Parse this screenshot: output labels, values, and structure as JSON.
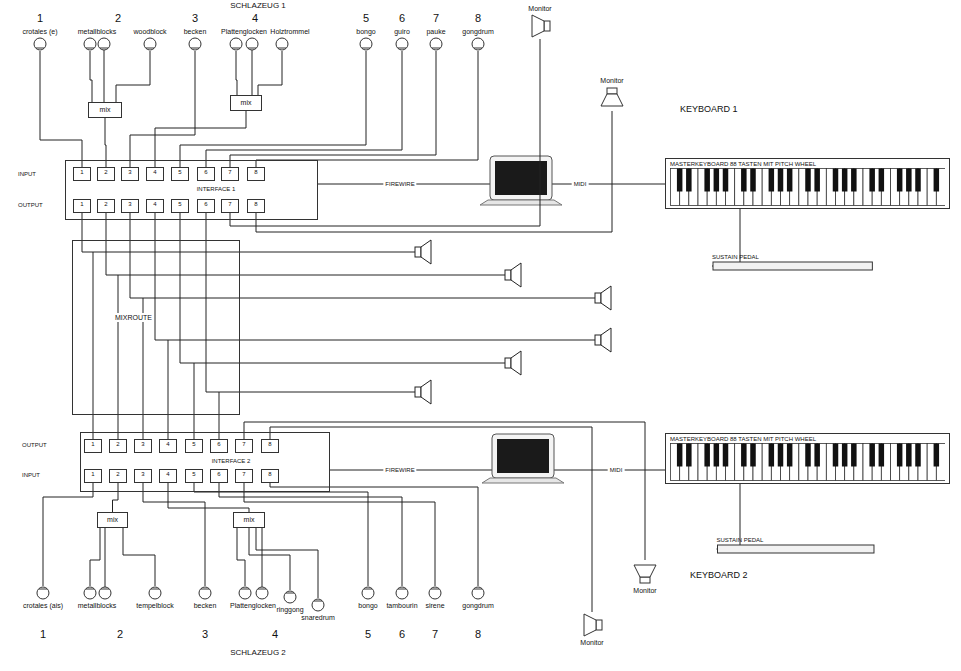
{
  "diagram": {
    "nodes": [
      {
        "text": [
          "crotales (e)"
        ]
      },
      {
        "text": [
          "metallblocks"
        ]
      },
      {
        "text": [
          "woodblock"
        ]
      },
      {
        "text": [
          "becken"
        ]
      },
      {
        "text": [
          "Plattenglocken"
        ]
      },
      {
        "text": [
          "Holztrommel"
        ]
      },
      {
        "text": [
          "bongo"
        ]
      },
      {
        "text": [
          "guiro"
        ]
      },
      {
        "text": [
          "pauke"
        ]
      },
      {
        "text": [
          "gongdrum"
        ]
      },
      {
        "text": [
          "Monitor"
        ]
      },
      {
        "text": [
          "mix"
        ]
      },
      {
        "text": [
          "mix"
        ]
      },
      {
        "text": [
          "Monitor"
        ]
      },
      {
        "text": [
          "INTERFACE 1"
        ]
      },
      {
        "text": [
          "1"
        ],
        "in": 14
      },
      {
        "text": [
          "2"
        ],
        "in": 14
      },
      {
        "text": [
          "3"
        ],
        "in": 14
      },
      {
        "text": [
          "4"
        ],
        "in": 14
      },
      {
        "text": [
          "5"
        ],
        "in": 14
      },
      {
        "text": [
          "6"
        ],
        "in": 14
      },
      {
        "text": [
          "7"
        ],
        "in": 14
      },
      {
        "text": [
          "8"
        ],
        "in": 14
      },
      {
        "text": [
          "1"
        ],
        "in": 14
      },
      {
        "text": [
          "2"
        ],
        "in": 14
      },
      {
        "text": [
          "3"
        ],
        "in": 14
      },
      {
        "text": [
          "4"
        ],
        "in": 14
      },
      {
        "text": [
          "5"
        ],
        "in": 14
      },
      {
        "text": [
          "6"
        ],
        "in": 14
      },
      {
        "text": [
          "7"
        ],
        "in": 14
      },
      {
        "text": [
          "8"
        ],
        "in": 14
      },
      {
        "text": [
          "MASTERKEYBOARD 88 TASTEN MIT PITCH WHEEL"
        ]
      },
      {
        "text": [
          "SUSTAIN PEDAL"
        ]
      },
      {
        "text": [
          "MIXROUTE"
        ]
      },
      {
        "text": [
          "INTERFACE 2"
        ]
      },
      {
        "text": [
          "1"
        ],
        "in": 34
      },
      {
        "text": [
          "2"
        ],
        "in": 34
      },
      {
        "text": [
          "3"
        ],
        "in": 34
      },
      {
        "text": [
          "4"
        ],
        "in": 34
      },
      {
        "text": [
          "5"
        ],
        "in": 34
      },
      {
        "text": [
          "6"
        ],
        "in": 34
      },
      {
        "text": [
          "7"
        ],
        "in": 34
      },
      {
        "text": [
          "8"
        ],
        "in": 34
      },
      {
        "text": [
          "1"
        ],
        "in": 34
      },
      {
        "text": [
          "2"
        ],
        "in": 34
      },
      {
        "text": [
          "3"
        ],
        "in": 34
      },
      {
        "text": [
          "4"
        ],
        "in": 34
      },
      {
        "text": [
          "5"
        ],
        "in": 34
      },
      {
        "text": [
          "6"
        ],
        "in": 34
      },
      {
        "text": [
          "7"
        ],
        "in": 34
      },
      {
        "text": [
          "8"
        ],
        "in": 34
      },
      {
        "text": [
          "MASTERKEYBOARD 88 TASTEN MIT PITCH WHEEL"
        ]
      },
      {
        "text": [
          "SUSTAIN PEDAL"
        ]
      },
      {
        "text": [
          "mix"
        ]
      },
      {
        "text": [
          "mix"
        ]
      },
      {
        "text": [
          "Monitor"
        ]
      },
      {
        "text": [
          "crotales (ais)"
        ]
      },
      {
        "text": [
          "metallblocks"
        ]
      },
      {
        "text": [
          "tempelblock"
        ]
      },
      {
        "text": [
          "becken"
        ]
      },
      {
        "text": [
          "Plattenglocken"
        ]
      },
      {
        "text": [
          "ringgong"
        ]
      },
      {
        "text": [
          "snaredrum"
        ]
      },
      {
        "text": [
          "bongo"
        ]
      },
      {
        "text": [
          "tambourin"
        ]
      },
      {
        "text": [
          "sirene"
        ]
      },
      {
        "text": [
          "gongdrum"
        ]
      },
      {
        "text": [
          "Monitor"
        ]
      }
    ],
    "edges": [
      {
        "from": 0,
        "to": 15,
        "arrow": "none"
      },
      {
        "from": 1,
        "to": 11,
        "arrow": "none"
      },
      {
        "from": 2,
        "to": 11,
        "arrow": "none"
      },
      {
        "from": 11,
        "to": 16,
        "arrow": "none"
      },
      {
        "from": 3,
        "to": 17,
        "arrow": "none"
      },
      {
        "from": 4,
        "to": 12,
        "arrow": "none"
      },
      {
        "from": 5,
        "to": 12,
        "arrow": "none"
      },
      {
        "from": 12,
        "to": 18,
        "arrow": "none"
      },
      {
        "from": 6,
        "to": 19,
        "arrow": "none"
      },
      {
        "from": 7,
        "to": 20,
        "arrow": "none"
      },
      {
        "from": 8,
        "to": 21,
        "arrow": "none"
      },
      {
        "from": 9,
        "to": 22,
        "arrow": "none"
      },
      {
        "from": 23,
        "to": 33,
        "arrow": "none"
      },
      {
        "from": 24,
        "to": 33,
        "arrow": "none"
      },
      {
        "from": 25,
        "to": 33,
        "arrow": "none"
      },
      {
        "from": 26,
        "to": 33,
        "arrow": "none"
      },
      {
        "from": 27,
        "to": 33,
        "arrow": "none"
      },
      {
        "from": 28,
        "to": 33,
        "arrow": "none"
      },
      {
        "from": 29,
        "to": 10,
        "arrow": "none"
      },
      {
        "from": 30,
        "to": 13,
        "arrow": "none"
      },
      {
        "from": 31,
        "to": 32,
        "arrow": "none"
      },
      {
        "from": 35,
        "to": 33,
        "arrow": "none"
      },
      {
        "from": 36,
        "to": 33,
        "arrow": "none"
      },
      {
        "from": 37,
        "to": 33,
        "arrow": "none"
      },
      {
        "from": 38,
        "to": 33,
        "arrow": "none"
      },
      {
        "from": 39,
        "to": 33,
        "arrow": "none"
      },
      {
        "from": 40,
        "to": 33,
        "arrow": "none"
      },
      {
        "from": 41,
        "to": 55,
        "arrow": "none"
      },
      {
        "from": 42,
        "to": 67,
        "arrow": "none"
      },
      {
        "from": 51,
        "to": 52,
        "arrow": "none"
      },
      {
        "from": 53,
        "to": 44,
        "arrow": "none"
      },
      {
        "from": 54,
        "to": 46,
        "arrow": "none"
      },
      {
        "from": 56,
        "to": 43,
        "arrow": "none"
      },
      {
        "from": 57,
        "to": 53,
        "arrow": "none"
      },
      {
        "from": 58,
        "to": 53,
        "arrow": "none"
      },
      {
        "from": 59,
        "to": 45,
        "arrow": "none"
      },
      {
        "from": 60,
        "to": 54,
        "arrow": "none"
      },
      {
        "from": 61,
        "to": 54,
        "arrow": "none"
      },
      {
        "from": 62,
        "to": 54,
        "arrow": "none"
      },
      {
        "from": 63,
        "to": 47,
        "arrow": "none"
      },
      {
        "from": 64,
        "to": 48,
        "arrow": "none"
      },
      {
        "from": 65,
        "to": 49,
        "arrow": "none"
      },
      {
        "from": 66,
        "to": 50,
        "arrow": "none"
      }
    ],
    "labels": [
      "SCHLAZEUG 1",
      "1",
      "2",
      "3",
      "4",
      "5",
      "6",
      "7",
      "8",
      "INPUT",
      "OUTPUT",
      "FIREWIRE",
      "MIDI",
      "KEYBOARD 1",
      "OUTPUT",
      "INPUT",
      "FIREWIRE",
      "MIDI",
      "KEYBOARD 2",
      "1",
      "2",
      "3",
      "4",
      "5",
      "6",
      "7",
      "8",
      "SCHLAZEUG 2"
    ]
  }
}
